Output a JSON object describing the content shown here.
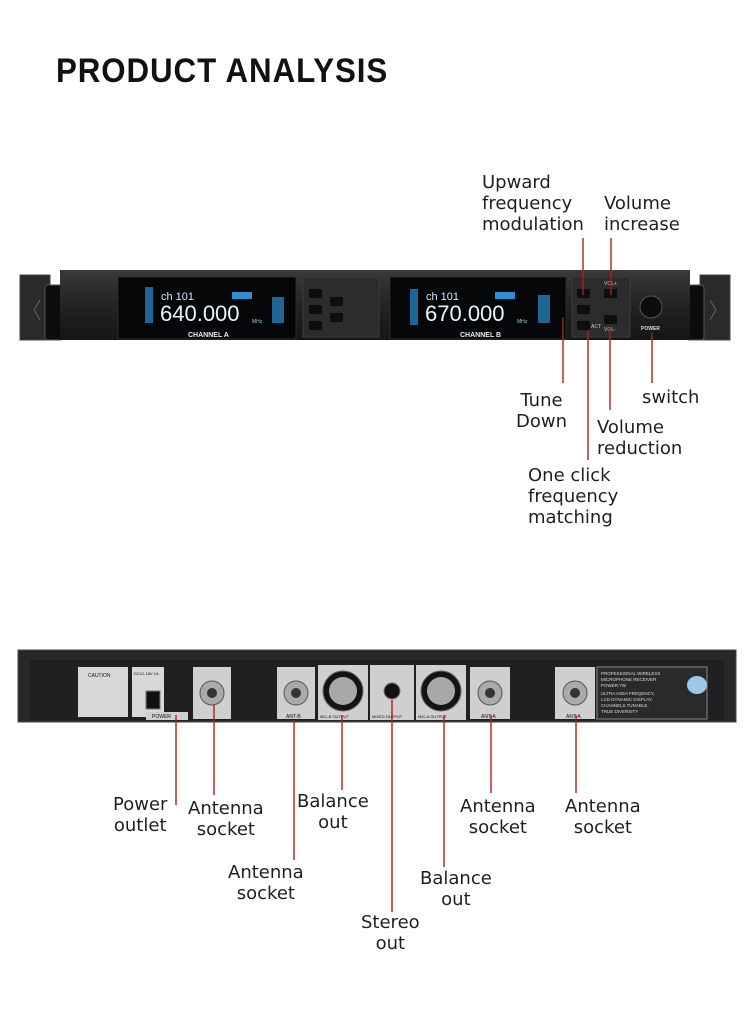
{
  "title": "PRODUCT ANALYSIS",
  "front_panel": {
    "channel_a": {
      "ch": "ch 101",
      "freq": "640.000",
      "unit": "MHz",
      "name": "CHANNEL A"
    },
    "channel_b": {
      "ch": "ch 101",
      "freq": "670.000",
      "unit": "MHz",
      "name": "CHANNEL B"
    },
    "button_labels": {
      "vol_up": "VOL+",
      "vol_down": "VOL-",
      "act": "ACT"
    },
    "power_label": "POWER"
  },
  "front_callouts": {
    "upward": [
      "Upward",
      "frequency",
      "modulation"
    ],
    "vol_increase": [
      "Volume",
      "increase"
    ],
    "tune_down": [
      "Tune",
      "Down"
    ],
    "switch": "switch",
    "vol_reduction": [
      "Volume",
      "reduction"
    ],
    "one_click": [
      "One click",
      "frequency",
      "matching"
    ]
  },
  "rear_panel": {
    "caution": "CAUTION",
    "dc": "DC12-18V 1A",
    "power_tag": "POWER",
    "ant_b_tag": "ANT-B",
    "mic_b_tag": "MIC-B OUTPUT",
    "mixed_tag": "MIXED OUTPUT",
    "mic_a_tag": "MIC-A OUTPUT",
    "ant_a_tag": "ANT-A",
    "ant_a2_tag": "ANT-A",
    "info": [
      "PROFESSIONAL WIRELESS",
      "MICROPHONE RECEIVER",
      "POWER:7W",
      "ULTRA HIGH FREQENCY,",
      "LCD DYNAMIC DISPLAY,",
      "CHANNELS TUNABLE,",
      "TRUE DIVERSITY"
    ]
  },
  "rear_callouts": {
    "power_outlet": [
      "Power",
      "outlet"
    ],
    "antenna1": [
      "Antenna",
      "socket"
    ],
    "antenna2": [
      "Antenna",
      "socket"
    ],
    "balance1": [
      "Balance",
      "out"
    ],
    "stereo": [
      "Stereo",
      "out"
    ],
    "balance2": [
      "Balance",
      "out"
    ],
    "antenna3": [
      "Antenna",
      "socket"
    ],
    "antenna4": [
      "Antenna",
      "socket"
    ]
  },
  "colors": {
    "leader": "#b01c1c",
    "panel": "#1c1c1e",
    "lcd": "#1f9cf5"
  }
}
